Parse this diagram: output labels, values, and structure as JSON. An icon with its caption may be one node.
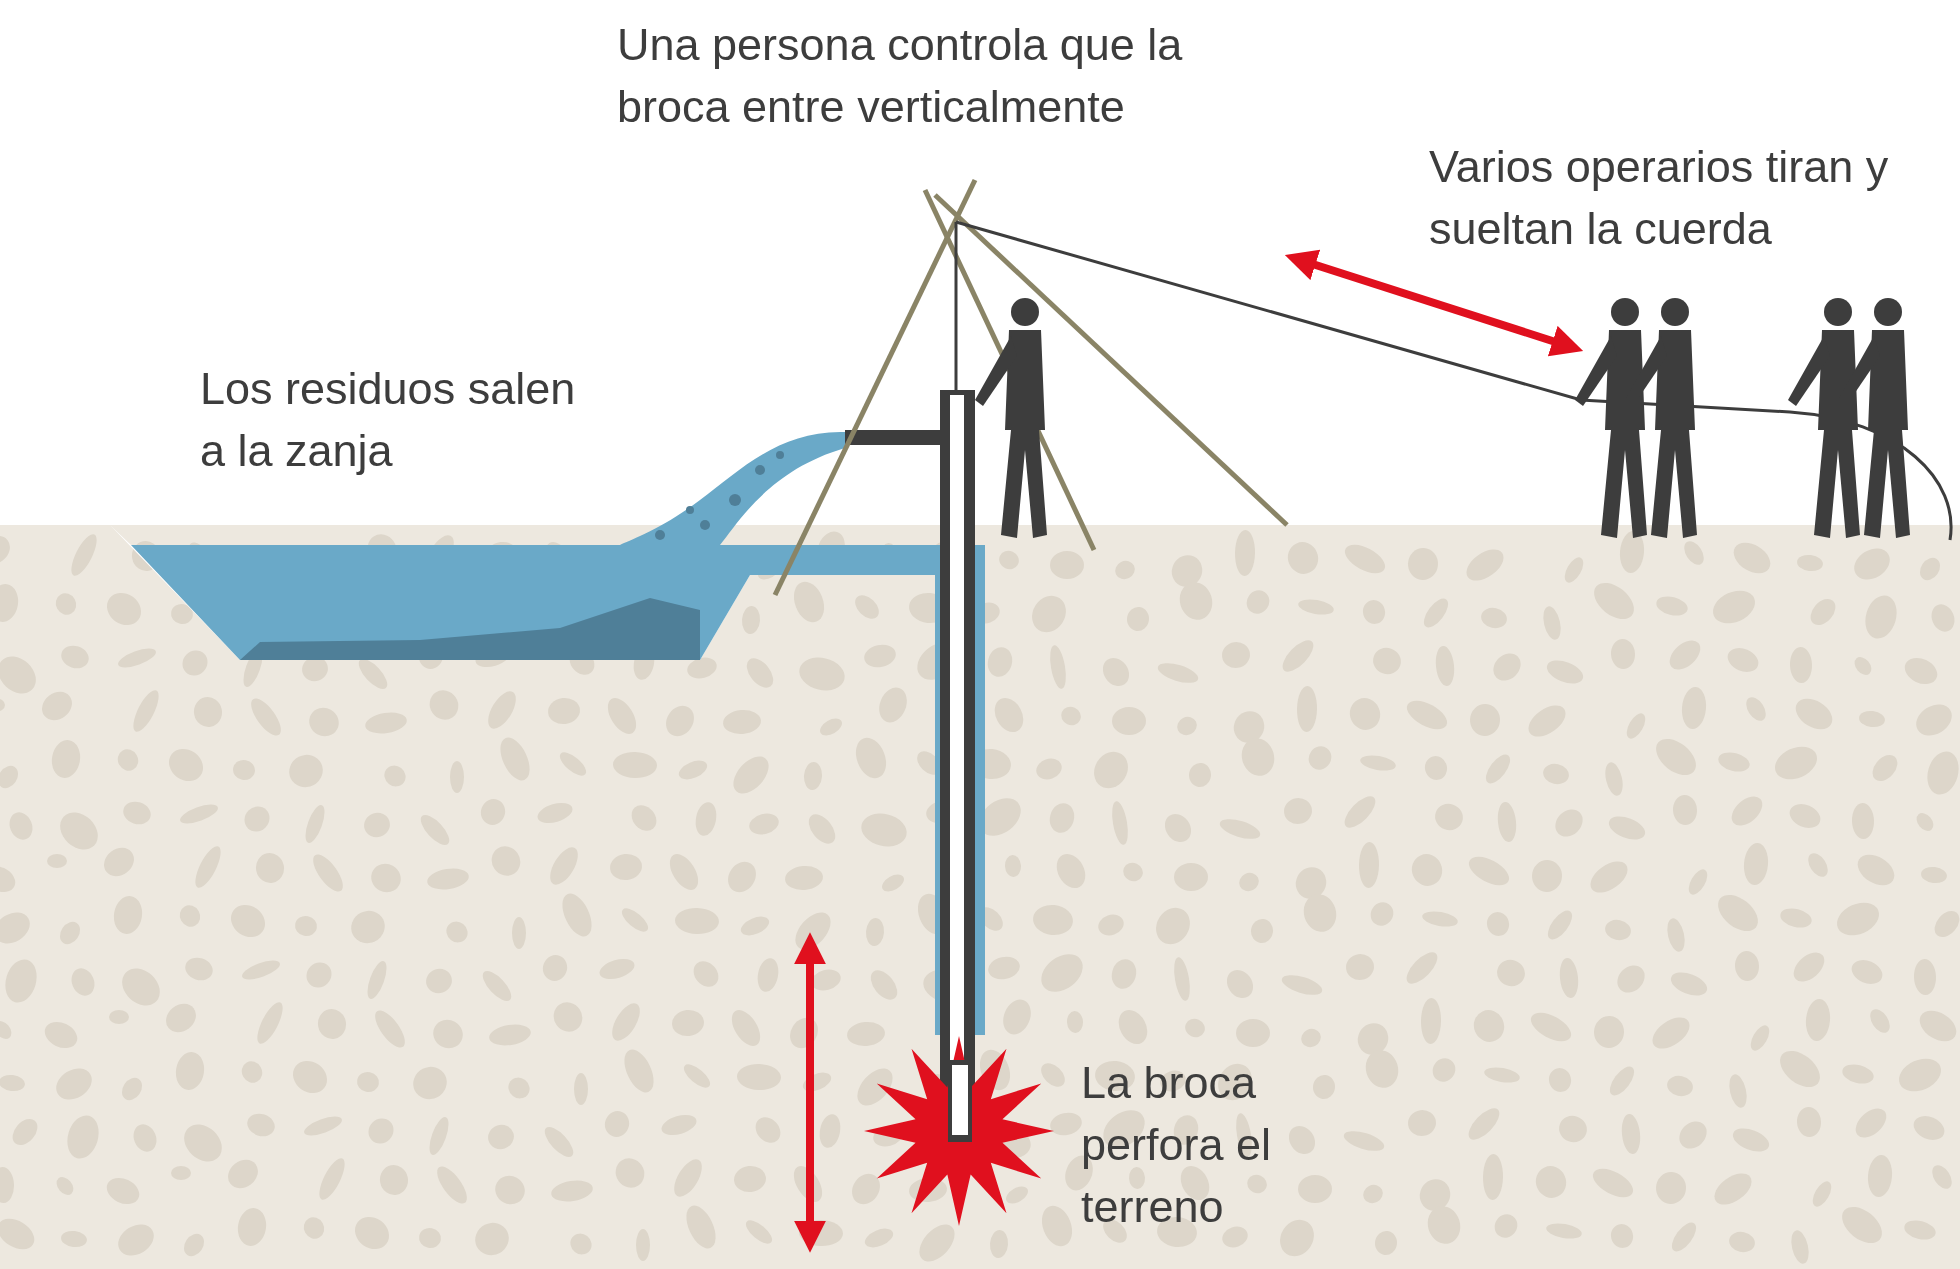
{
  "diagram": {
    "labels": [
      "Una persona controla que la broca entre verticalmente",
      "Varios operarios tiran y sueltan la cuerda",
      "Los residuos salen a la zanja",
      "La broca perfora el terreno"
    ]
  }
}
